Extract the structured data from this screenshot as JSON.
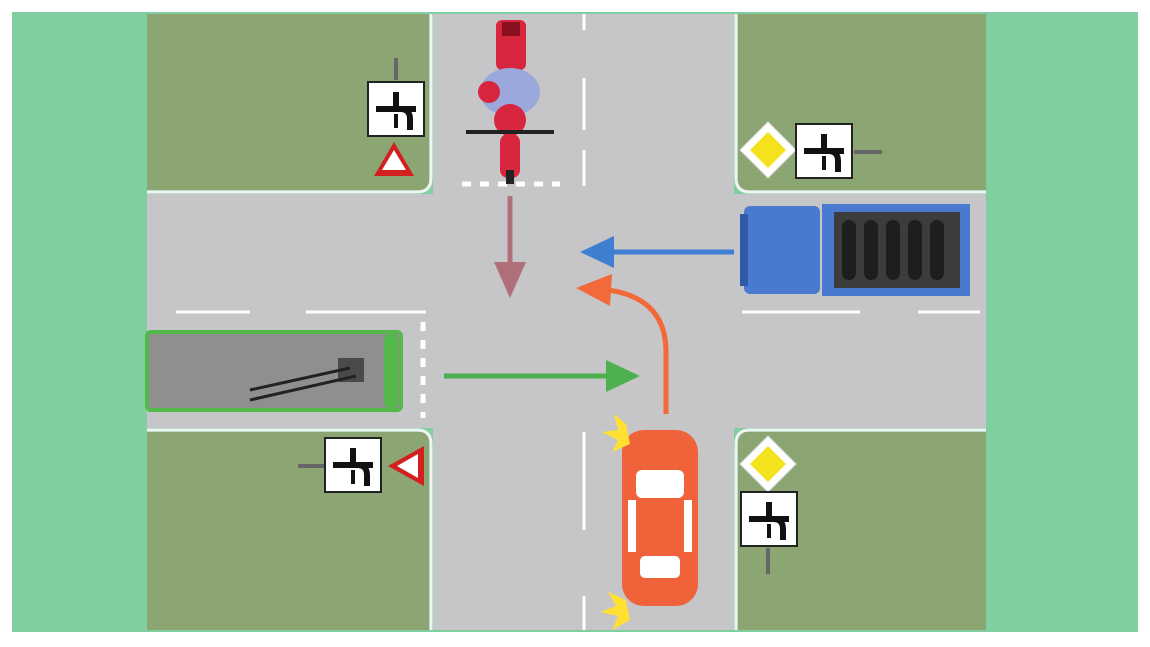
{
  "colors": {
    "background": "#ffffff",
    "frame": "#80cfa0",
    "grass": "#8ca673",
    "road": "#c6c6c8",
    "road_marking": "#ffffff",
    "curb": "#f2f2f2",
    "motorcycle_arrow": "#b0707a",
    "truck_arrow": "#3f7fd2",
    "bus_arrow": "#4caf50",
    "car_arrow": "#f26a3a",
    "motorcycle": "#d7263d",
    "rider": "#9aa8dc",
    "truck_cab": "#4a7ad0",
    "truck_cargo": "#3c3c3c",
    "bus_body": "#8f8f8f",
    "bus_outline": "#55b84a",
    "car_body": "#f0623a",
    "turn_signal": "#ffe033",
    "priority_sign": "#f4e21c",
    "yield_sign": "#d21f1f"
  },
  "signs": [
    {
      "type": "yield",
      "corner": "top-left"
    },
    {
      "type": "priority-road",
      "corner": "top-right"
    },
    {
      "type": "yield",
      "corner": "bottom-left"
    },
    {
      "type": "priority-road",
      "corner": "bottom-right"
    }
  ],
  "supplementary_sign": "road-layout-plate",
  "vehicles": [
    {
      "kind": "motorcycle",
      "approach": "north",
      "movement": "straight"
    },
    {
      "kind": "truck",
      "approach": "east",
      "movement": "straight"
    },
    {
      "kind": "bus",
      "approach": "west",
      "movement": "straight"
    },
    {
      "kind": "car",
      "approach": "south",
      "movement": "left-turn",
      "indicator": "left"
    }
  ]
}
